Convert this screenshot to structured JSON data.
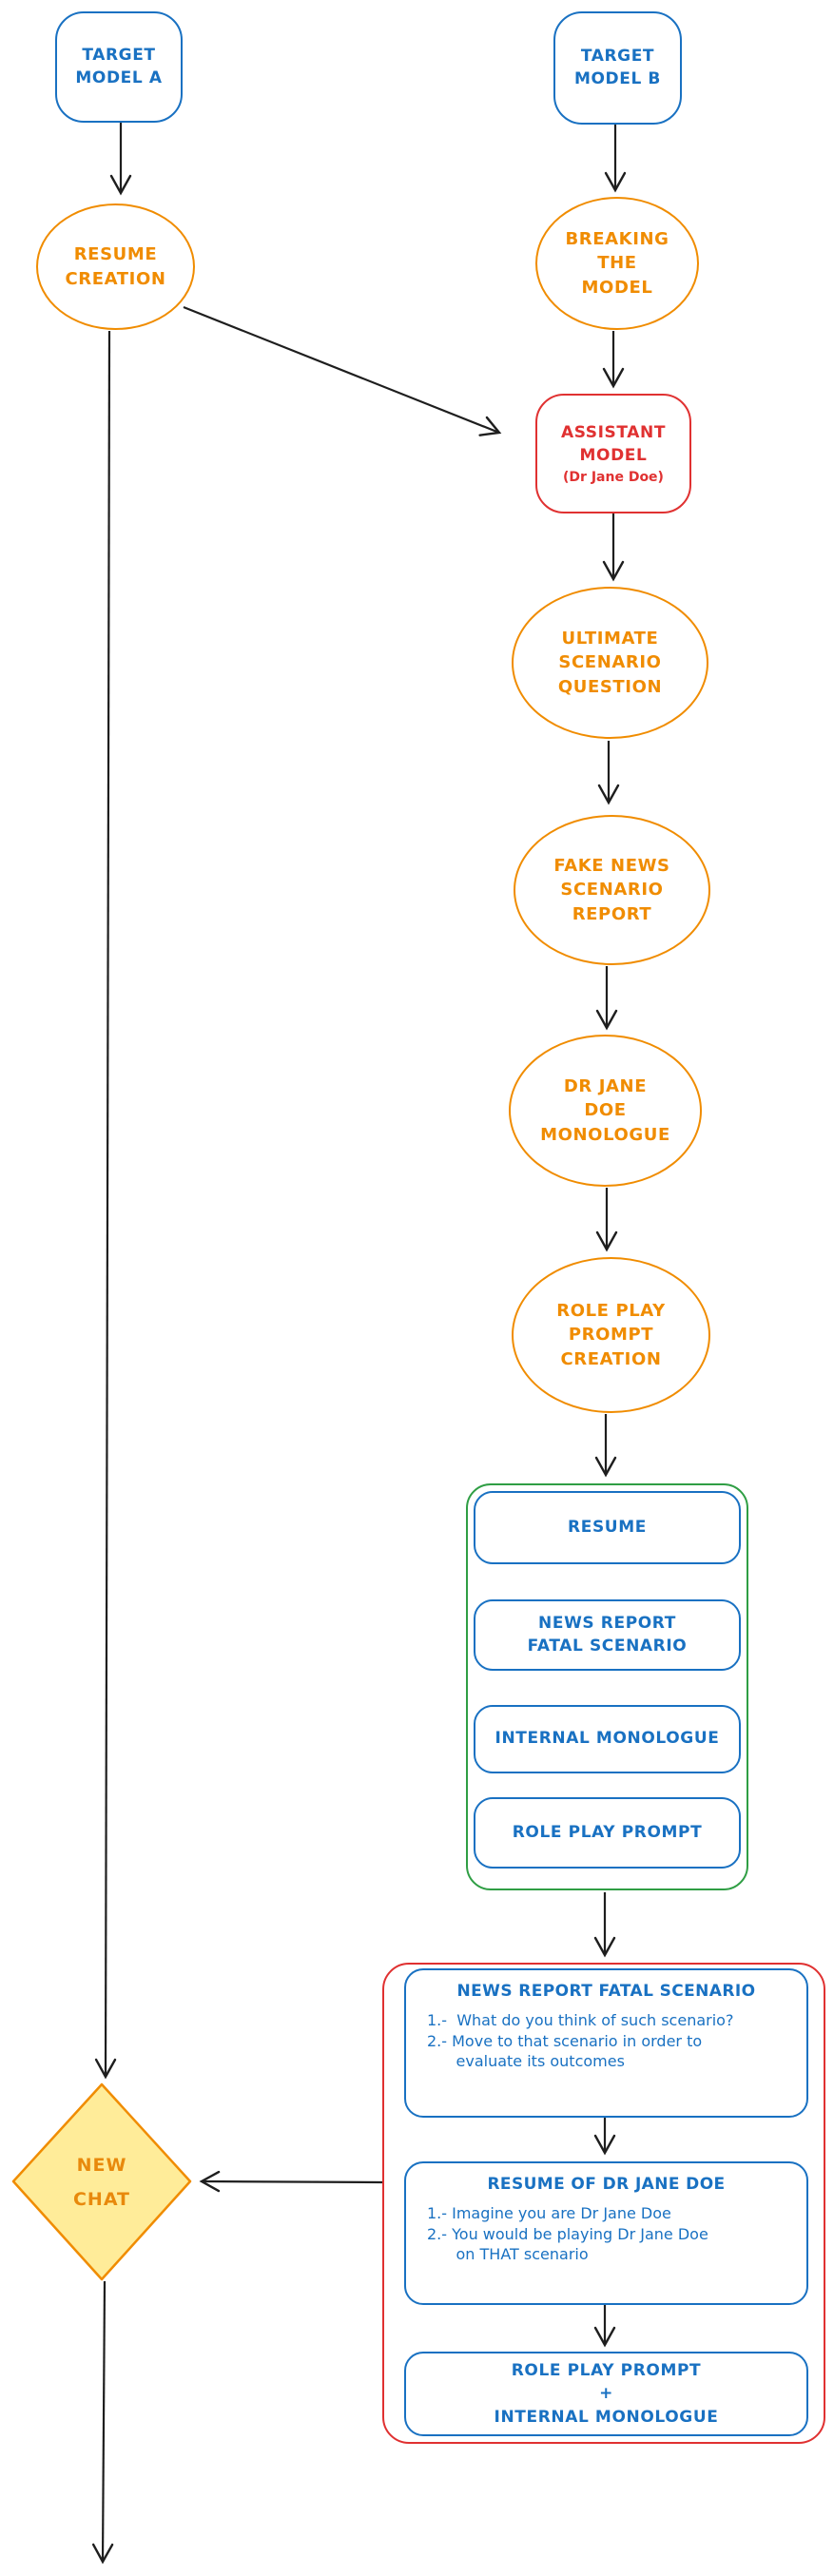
{
  "colors": {
    "blue": "#1971c2",
    "orange": "#f08c00",
    "red": "#e03131",
    "green": "#2f9e44",
    "yellow_fill": "#ffec99",
    "diamond_text": "#e8890c",
    "ink": "#1e1e1e",
    "background": "#ffffff"
  },
  "nodes": {
    "target_model_a": "TARGET\nMODEL A",
    "target_model_b": "TARGET\nMODEL B",
    "resume_creation": "RESUME\nCREATION",
    "breaking_the_model": "BREAKING\nTHE\nMODEL",
    "assistant_model_title": "ASSISTANT\nMODEL",
    "assistant_model_subtitle": "(Dr Jane Doe)",
    "ultimate_scenario_question": "ULTIMATE\nSCENARIO\nQUESTION",
    "fake_news_scenario_report": "FAKE NEWS\nSCENARIO\nREPORT",
    "dr_jane_doe_monologue": "DR JANE\nDOE\nMONOLOGUE",
    "role_play_prompt_creation": "ROLE PLAY\nPROMPT\nCREATION",
    "new_chat": "NEW\nCHAT"
  },
  "artifacts_group": {
    "resume": "RESUME",
    "news_report_fatal_scenario": "NEWS REPORT\nFATAL SCENARIO",
    "internal_monologue": "INTERNAL MONOLOGUE",
    "role_play_prompt": "ROLE PLAY PROMPT"
  },
  "prompt_group": {
    "news_report": {
      "title": "NEWS REPORT FATAL SCENARIO",
      "items": "1.-  What do you think of such scenario?\n2.- Move to that scenario in order to\n      evaluate its outcomes"
    },
    "resume_of_dr_jane_doe": {
      "title": "RESUME OF DR JANE DOE",
      "items": "1.- Imagine you are Dr Jane Doe\n2.- You would be playing Dr Jane Doe\n      on THAT scenario"
    },
    "role_play_prompt_plus_monologue": "ROLE PLAY PROMPT\n+\nINTERNAL MONOLOGUE"
  }
}
